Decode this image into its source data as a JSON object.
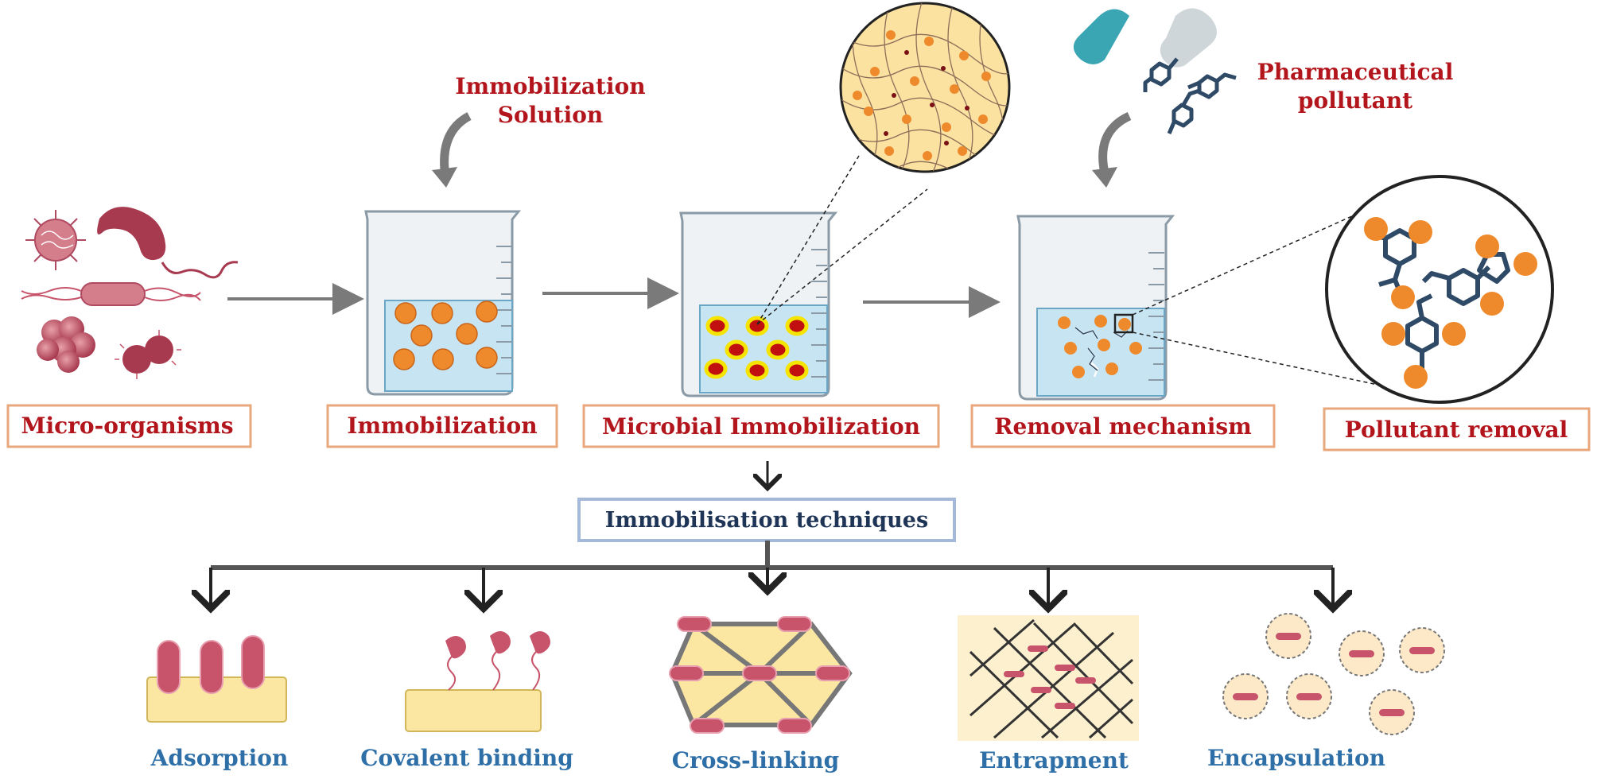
{
  "top_labels": {
    "immobilization_solution": [
      "Immobilization",
      "Solution"
    ],
    "pharmaceutical_pollutant": [
      "Pharmaceutical",
      "pollutant"
    ]
  },
  "stages": [
    "Micro-organisms",
    "Immobilization",
    "Microbial Immobilization",
    "Removal mechanism",
    "Pollutant removal"
  ],
  "techniques_header": "Immobilisation techniques",
  "techniques": [
    "Adsorption",
    "Covalent binding",
    "Cross-linking",
    "Entrapment",
    "Encapsulation"
  ],
  "colors": {
    "label_red": "#b3151c",
    "label_blue": "#2d6fa6",
    "header_navy": "#1f3557",
    "box_orange": "#e8a87c",
    "box_blue": "#a4b8d8",
    "bead_orange": "#ef8a2c",
    "arrow_gray": "#7a7a7a",
    "water_blue": "#c7e4f2",
    "bacteria_pink": "#c7546a",
    "support_yellow": "#fbe6a2"
  },
  "icons": [
    "microbe-icon",
    "beaker-icon",
    "capsule-icon",
    "molecule-icon",
    "magnifier-circle-icon",
    "curved-arrow-icon"
  ]
}
